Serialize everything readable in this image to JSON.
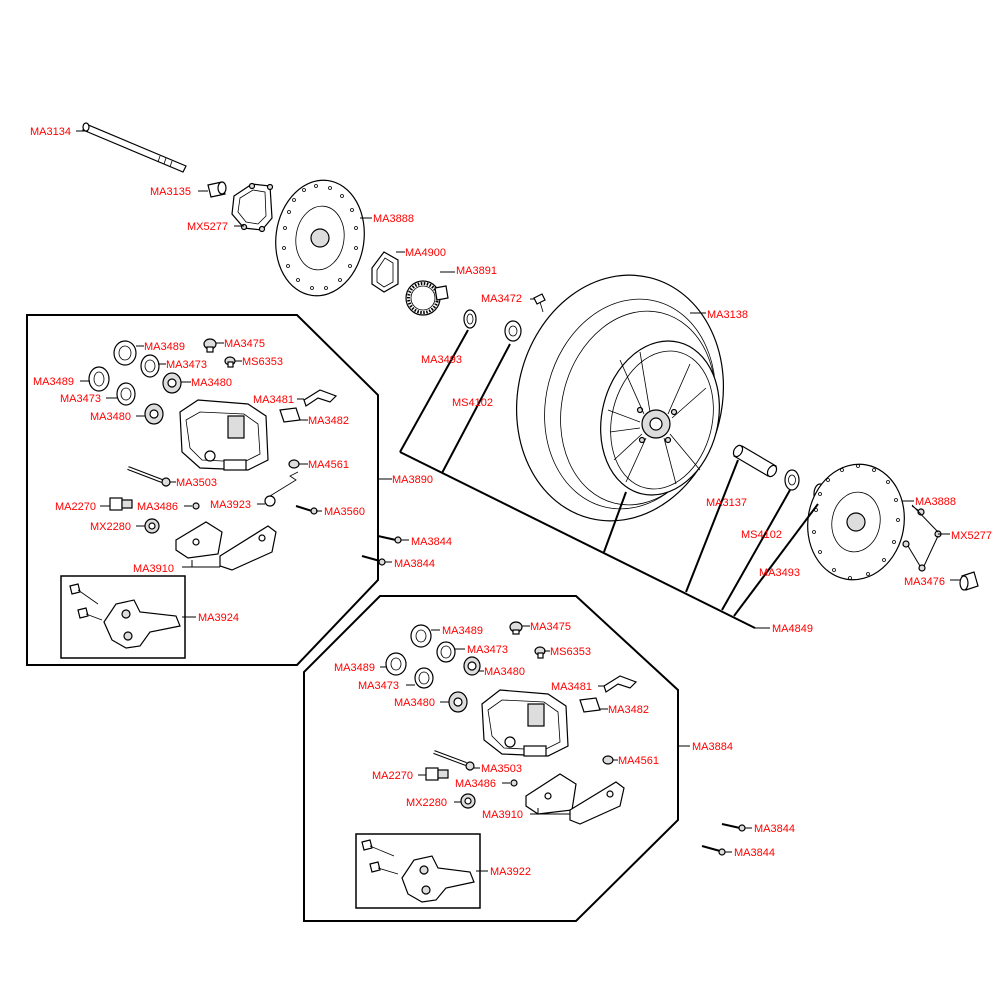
{
  "colors": {
    "label": "#ff0000",
    "line": "#000000",
    "background": "#ffffff"
  },
  "labels": {
    "MA3134": "MA3134",
    "MA3135": "MA3135",
    "MX5277": "MX5277",
    "MA3888": "MA3888",
    "MA4900": "MA4900",
    "MA3891": "MA3891",
    "MA3472": "MA3472",
    "MA3138": "MA3138",
    "MA3493": "MA3493",
    "MS4102": "MS4102",
    "MA3489": "MA3489",
    "MA3475": "MA3475",
    "MA3473": "MA3473",
    "MS6353": "MS6353",
    "MA3480": "MA3480",
    "MA3481": "MA3481",
    "MA3482": "MA3482",
    "MA4561": "MA4561",
    "MA3890": "MA3890",
    "MA3503": "MA3503",
    "MA2270": "MA2270",
    "MA3486": "MA3486",
    "MA3923": "MA3923",
    "MA3560": "MA3560",
    "MX2280": "MX2280",
    "MA3844": "MA3844",
    "MA3910": "MA3910",
    "MA3924": "MA3924",
    "MA3137": "MA3137",
    "MA3476": "MA3476",
    "MA4849": "MA4849",
    "MA3884": "MA3884",
    "MA3922": "MA3922"
  }
}
